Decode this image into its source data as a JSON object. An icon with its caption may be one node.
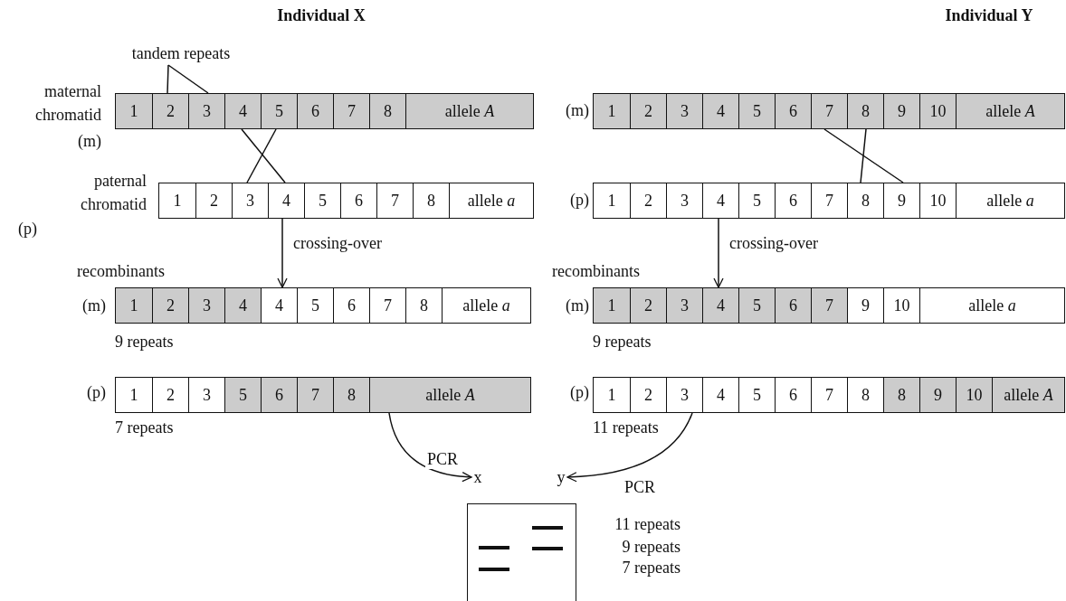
{
  "diagram": {
    "nodes": [
      {
        "text": [
          "tandem repeats"
        ]
      },
      {
        "text": [
          "1",
          "2",
          "3",
          "4",
          "5",
          "6",
          "7",
          "8",
          "allele *A*"
        ],
        "beside": [
          "maternal chromatid",
          "(m)"
        ]
      },
      {
        "text": [
          "1",
          "2",
          "3",
          "4",
          "5",
          "6",
          "7",
          "8",
          "allele *a*"
        ],
        "beside": [
          "paternal chromatid",
          "(p)"
        ]
      },
      {
        "text": [
          "1",
          "2",
          "3",
          "4",
          "4",
          "5",
          "6",
          "7",
          "8",
          "allele *a*"
        ],
        "beside": [
          "(m)",
          "9 repeats"
        ]
      },
      {
        "text": [
          "1",
          "2",
          "3",
          "5",
          "6",
          "7",
          "8",
          "allele *A*"
        ],
        "beside": [
          "(p)",
          "7 repeats"
        ]
      },
      {
        "text": [
          "1",
          "2",
          "3",
          "4",
          "5",
          "6",
          "7",
          "8",
          "9",
          "10",
          "allele *A*"
        ],
        "beside": [
          "(m)"
        ]
      },
      {
        "text": [
          "1",
          "2",
          "3",
          "4",
          "5",
          "6",
          "7",
          "8",
          "9",
          "10",
          "allele *a*"
        ],
        "beside": [
          "(p)"
        ]
      },
      {
        "text": [
          "1",
          "2",
          "3",
          "4",
          "5",
          "6",
          "7",
          "9",
          "10",
          "allele *a*"
        ],
        "beside": [
          "(m)",
          "9 repeats"
        ]
      },
      {
        "text": [
          "1",
          "2",
          "3",
          "4",
          "5",
          "6",
          "7",
          "8",
          "8",
          "9",
          "10",
          "allele *A*"
        ],
        "beside": [
          "(p)",
          "11 repeats"
        ]
      },
      {
        "text": [
          "x"
        ]
      },
      {
        "text": [
          "y"
        ]
      },
      {
        "text": [],
        "shape": "box",
        "beside": [
          "11 repeats",
          "9 repeats",
          "7 repeats"
        ]
      }
    ],
    "edges": [
      {
        "from": 0,
        "to": 1,
        "arrow": "none"
      },
      {
        "from": 0,
        "to": 1,
        "arrow": "none"
      },
      {
        "from": 1,
        "to": 2,
        "arrow": "none"
      },
      {
        "from": 1,
        "to": 2,
        "arrow": "none"
      },
      {
        "from": 5,
        "to": 6,
        "arrow": "none"
      },
      {
        "from": 5,
        "to": 6,
        "arrow": "none"
      },
      {
        "from": 2,
        "to": 3,
        "arrow": "to",
        "label": "crossing-over"
      },
      {
        "from": 6,
        "to": 7,
        "arrow": "to",
        "label": "crossing-over"
      },
      {
        "from": 4,
        "to": 9,
        "arrow": "to",
        "label": "PCR"
      },
      {
        "from": 8,
        "to": 10,
        "arrow": "to",
        "label": "PCR"
      }
    ],
    "labels": [
      "Individual X",
      "Individual Y",
      "recombinants",
      "recombinants"
    ]
  }
}
